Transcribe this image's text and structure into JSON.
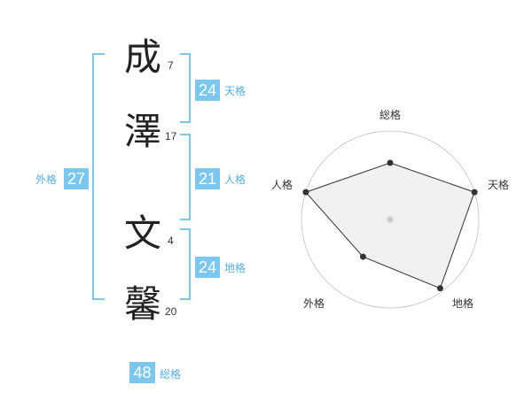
{
  "name": [
    {
      "char": "成",
      "strokes": "7"
    },
    {
      "char": "澤",
      "strokes": "17"
    },
    {
      "char": "文",
      "strokes": "4"
    },
    {
      "char": "馨",
      "strokes": "20"
    }
  ],
  "fortunes": {
    "tenkaku": {
      "label": "天格",
      "value": "24"
    },
    "jinkaku": {
      "label": "人格",
      "value": "21"
    },
    "chikaku": {
      "label": "地格",
      "value": "24"
    },
    "gaikaku": {
      "label": "外格",
      "value": "27"
    },
    "soukaku": {
      "label": "総格",
      "value": "48"
    }
  },
  "chart_data": {
    "type": "radar",
    "axes": [
      "総格",
      "天格",
      "地格",
      "外格",
      "人格"
    ],
    "values": [
      0.64,
      1.0,
      0.96,
      0.52,
      1.0
    ],
    "max": 1.0,
    "rings": 4,
    "colors": {
      "fill": "#eeeeee",
      "line": "#333333",
      "grid": "#cccccc",
      "accent": "#7cc7f0"
    }
  }
}
